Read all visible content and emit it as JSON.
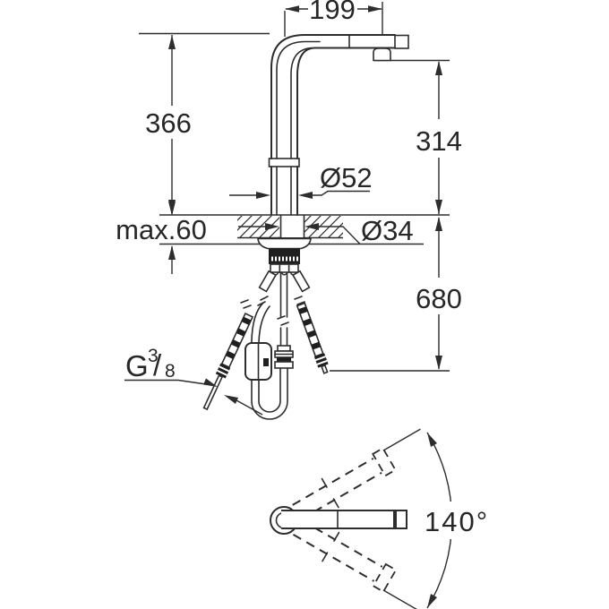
{
  "drawing": {
    "type": "faucet-installation-dimension-drawing",
    "colors": {
      "line": "#2d2d2d",
      "dark_fill": "#1f1f1f",
      "background": "#ffffff"
    },
    "dimensions": {
      "spout_reach": "199",
      "base_to_top": "366",
      "counter_to_spout": "314",
      "body_diameter": "Ø52",
      "max_mounting_thickness": "max.60",
      "hole_diameter": "Ø34",
      "below_counter_length": "680",
      "swivel_angle": "140°"
    },
    "thread": {
      "g": "G",
      "numerator": "3",
      "slash": "/",
      "denominator": "8"
    }
  }
}
